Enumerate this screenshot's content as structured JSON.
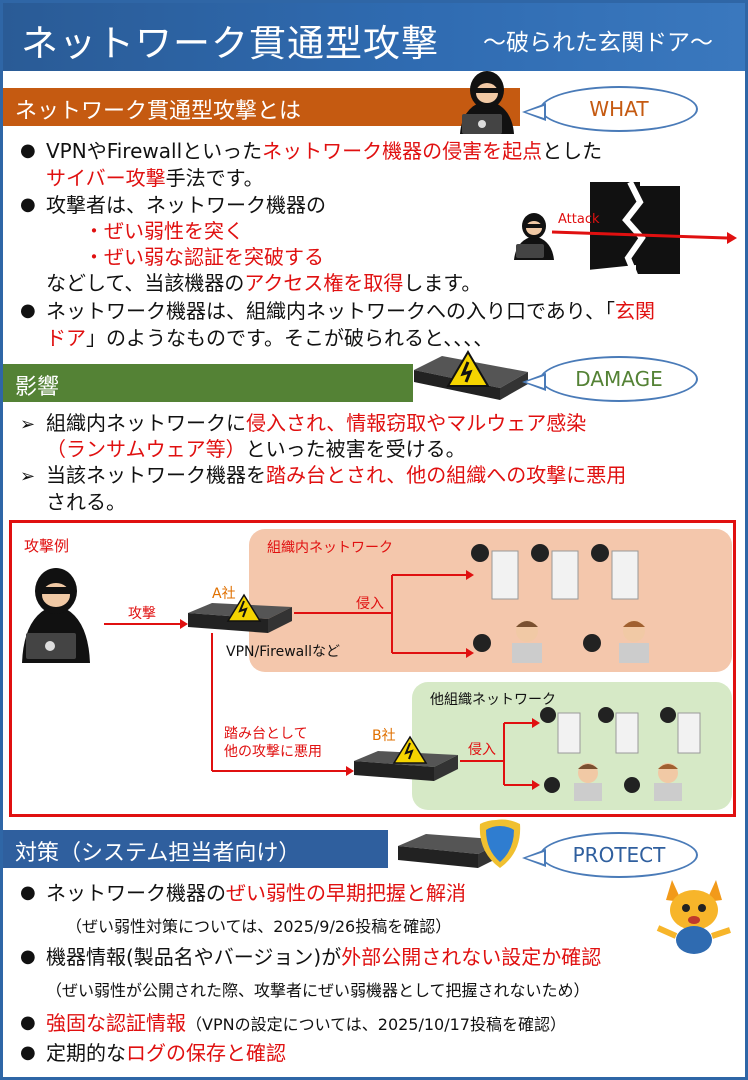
{
  "header": {
    "title": "ネットワーク貫通型攻撃",
    "subtitle": "～破られた玄関ドア～"
  },
  "bubbles": {
    "what": "WHAT",
    "damage": "DAMAGE",
    "protect": "PROTECT"
  },
  "section1": {
    "heading": "ネットワーク貫通型攻撃とは",
    "b1_a": "VPNやFirewallといった",
    "b1_b": "ネットワーク機器の侵害を起点",
    "b1_c": "とした",
    "b1_d": "サイバー攻撃",
    "b1_e": "手法です。",
    "b2_a": "攻撃者は、ネットワーク機器の",
    "b2_sub1": "・ぜい弱性を突く",
    "b2_sub2": "・ぜい弱な認証を突破する",
    "b2_c": "などして、当該機器の",
    "b2_d": "アクセス権を取得",
    "b2_e": "します。",
    "b3_a": "ネットワーク機器は、組織内ネットワークへの入り口であり、「",
    "b3_b": "玄関",
    "b3_c": "ドア",
    "b3_d": "」のようなものです。そこが破られると、、、、",
    "attack_label": "Attack"
  },
  "section2": {
    "heading": "影響",
    "b1_a": "組織内ネットワークに",
    "b1_b": "侵入され、情報窃取やマルウェア感染",
    "b1_c": "（ランサムウェア等）",
    "b1_d": "といった被害を受ける。",
    "b2_a": "当該ネットワーク機器を",
    "b2_b": "踏み台とされ、他の組織への攻撃に悪用",
    "b2_c": "される。"
  },
  "diagram": {
    "title": "攻撃例",
    "org_net": "組織内ネットワーク",
    "other_net": "他組織ネットワーク",
    "attack": "攻撃",
    "company_a": "A社",
    "company_b": "B社",
    "device": "VPN/Firewallなど",
    "intrude1": "侵入",
    "intrude2": "侵入",
    "stepping1": "踏み台として",
    "stepping2": "他の攻撃に悪用"
  },
  "section3": {
    "heading": "対策（システム担当者向け）",
    "b1_a": "ネットワーク機器の",
    "b1_b": "ぜい弱性の早期把握と解消",
    "b1_note": "（ぜい弱性対策については、2025/9/26投稿を確認）",
    "b2_a": "機器情報(製品名やバージョン)が",
    "b2_b": "外部公開されない設定か確認",
    "b2_note": "（ぜい弱性が公開された際、攻撃者にぜい弱機器として把握されないため）",
    "b3_a": "強固な認証情報",
    "b3_b": "（VPNの設定については、2025/10/17投稿を確認）",
    "b4_a": "定期的な",
    "b4_b": "ログの保存と確認"
  },
  "colors": {
    "accent_red": "#e01010",
    "header_blue": "#2f6bb1",
    "orange": "#c55a11",
    "green": "#548235"
  }
}
